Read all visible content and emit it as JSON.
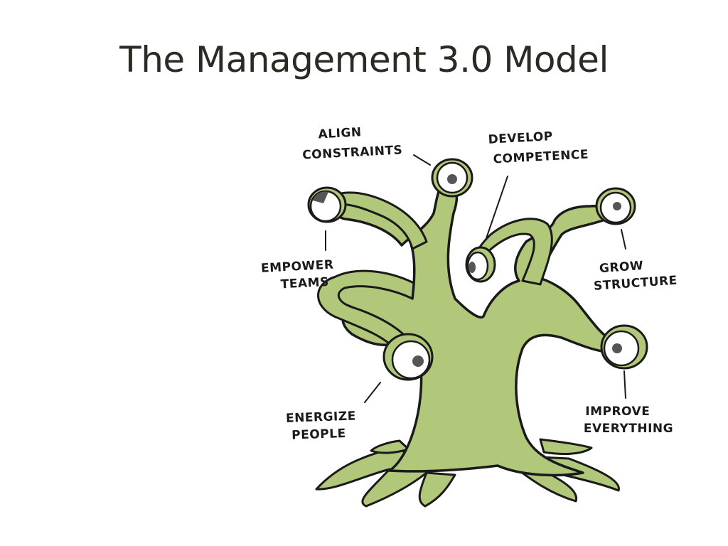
{
  "slide": {
    "title": "The Management 3.0 Model"
  },
  "labels": {
    "align_constraints": [
      "ALIGN",
      "CONSTRAINTS"
    ],
    "develop_competence": [
      "DEVELOP",
      "COMPETENCE"
    ],
    "empower_teams": [
      "EMPOWER",
      "TEAMS"
    ],
    "grow_structure": [
      "GROW",
      "STRUCTURE"
    ],
    "energize_people": [
      "ENERGIZE",
      "PEOPLE"
    ],
    "improve_everything": [
      "IMPROVE",
      "EVERYTHING"
    ]
  },
  "colors": {
    "body_fill": "#b1c77a",
    "body_shade": "#9db567",
    "outline": "#1a1a1a",
    "pupil": "#555555",
    "text": "#2b2a25"
  }
}
